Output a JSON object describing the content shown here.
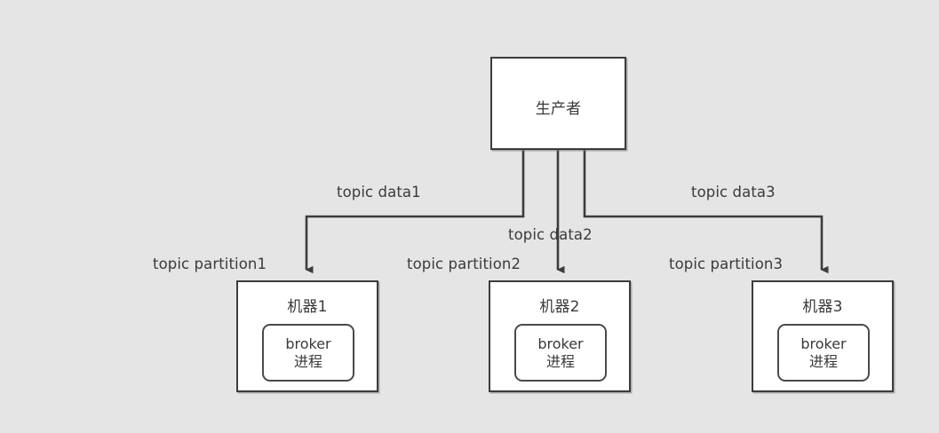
{
  "diagram": {
    "background_color": "#e5e5e5",
    "stroke_color": "#3c3c3c",
    "fill_color": "#ffffff",
    "producer": {
      "label": "生产者"
    },
    "machines": [
      {
        "title": "机器1",
        "broker_line1": "broker",
        "broker_line2": "进程"
      },
      {
        "title": "机器2",
        "broker_line1": "broker",
        "broker_line2": "进程"
      },
      {
        "title": "机器3",
        "broker_line1": "broker",
        "broker_line2": "进程"
      }
    ],
    "edge_labels": {
      "data1": "topic data1",
      "data2": "topic data2",
      "data3": "topic data3",
      "partition1": "topic partition1",
      "partition2": "topic partition2",
      "partition3": "topic partition3"
    }
  }
}
